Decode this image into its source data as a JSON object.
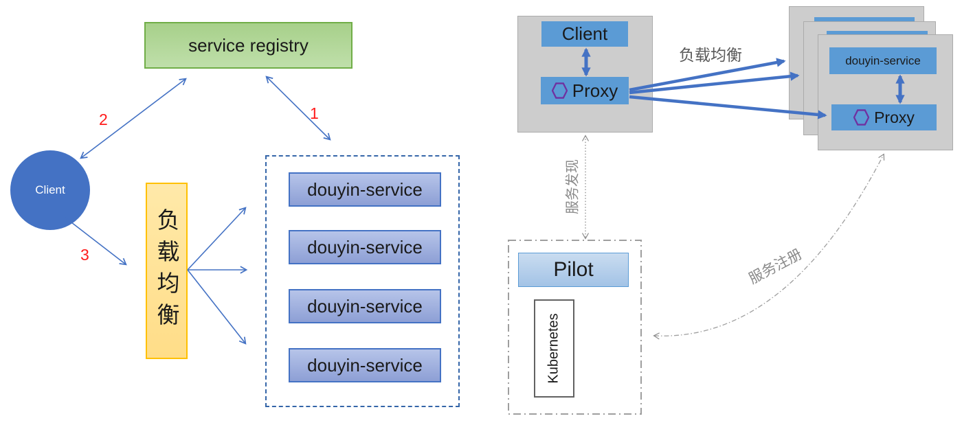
{
  "left": {
    "service_registry_label": "service registry",
    "client_label": "Client",
    "load_balancer_label": "负载均衡",
    "service_instances": [
      "douyin-service",
      "douyin-service",
      "douyin-service",
      "douyin-service"
    ],
    "steps": {
      "one": "1",
      "two": "2",
      "three": "3"
    }
  },
  "right": {
    "client_box_label": "Client",
    "client_proxy_label": "Proxy",
    "load_balance_arrow_label": "负载均衡",
    "service_box_label": "douyin-service",
    "service_proxy_label": "Proxy",
    "service_discovery_label": "服务发现",
    "service_registration_label": "服务注册",
    "pilot_label": "Pilot",
    "kubernetes_label": "Kubernetes"
  },
  "colors": {
    "arrow_blue": "#4472C4",
    "node_blue": "#5B9BD5",
    "service_gradient_top": "#B6C4E9",
    "service_gradient_bottom": "#8D9FD5",
    "registry_green_fill": "#A7D08A",
    "registry_green_border": "#70AD47",
    "load_balancer_fill": "#FFE49A",
    "load_balancer_border": "#FFC000",
    "container_dash_blue": "#3465A8",
    "gray_node": "#CDCDCD",
    "step_number_red": "#FF1A1A",
    "hexagon_purple": "#7030A0",
    "muted_label_gray": "#8A8A8A"
  }
}
